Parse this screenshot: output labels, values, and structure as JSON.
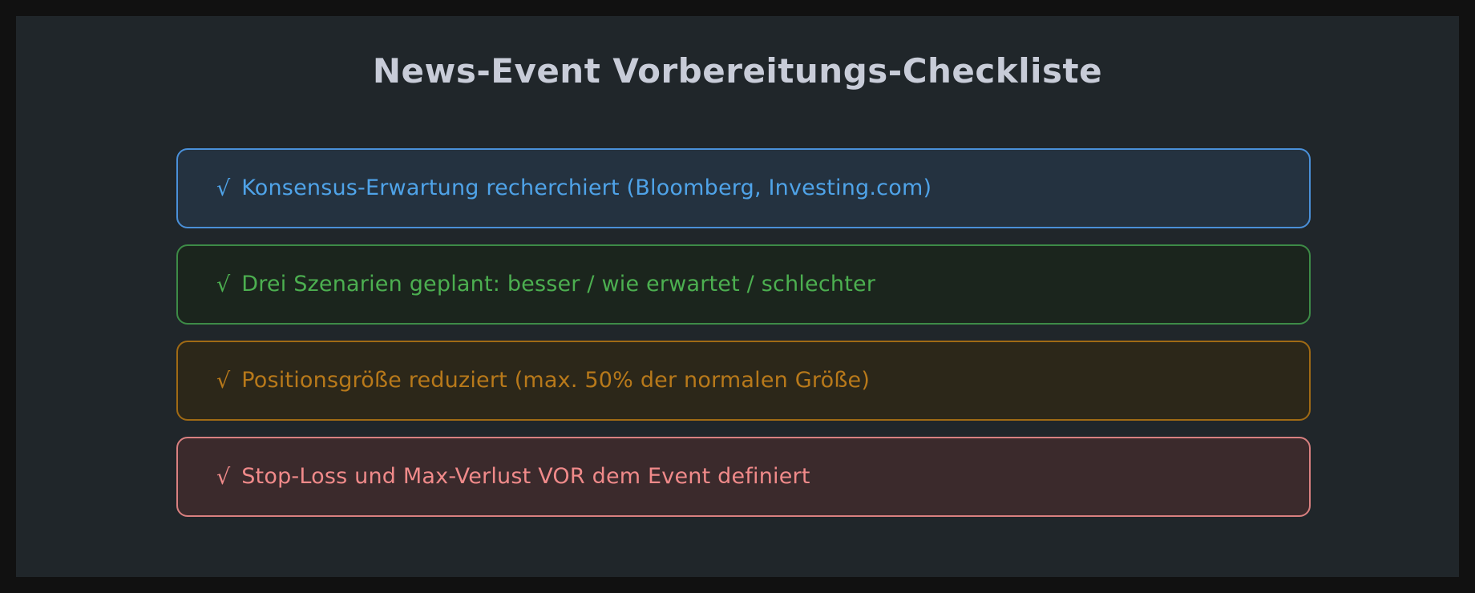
{
  "page": {
    "background_color": "#111111",
    "panel_background": "#20262a"
  },
  "header": {
    "title": "News-Event Vorbereitungs-Checkliste",
    "title_color": "#c8ccd8"
  },
  "checklist": {
    "check_glyph": "√",
    "items": [
      {
        "label": "Konsensus-Erwartung recherchiert (Bloomberg, Investing.com)",
        "check": "√",
        "icon_name": "check-icon",
        "border_color": "#4a90d9",
        "fill_color": "#243240",
        "text_color": "#4fa3e8",
        "state": "checked"
      },
      {
        "label": "Drei Szenarien geplant: besser / wie erwartet / schlechter",
        "check": "√",
        "icon_name": "check-icon",
        "border_color": "#3d8b47",
        "fill_color": "#1b251d",
        "text_color": "#4caf50",
        "state": "checked"
      },
      {
        "label": "Positionsgröße reduziert (max. 50% der normalen Größe)",
        "check": "√",
        "icon_name": "check-icon",
        "border_color": "#a06a14",
        "fill_color": "#2c2719",
        "text_color": "#b8791a",
        "state": "checked"
      },
      {
        "label": "Stop-Loss und Max-Verlust VOR dem Event definiert",
        "check": "√",
        "icon_name": "check-icon",
        "border_color": "#d98080",
        "fill_color": "#3b2a2c",
        "text_color": "#f08a8a",
        "state": "checked"
      }
    ]
  }
}
